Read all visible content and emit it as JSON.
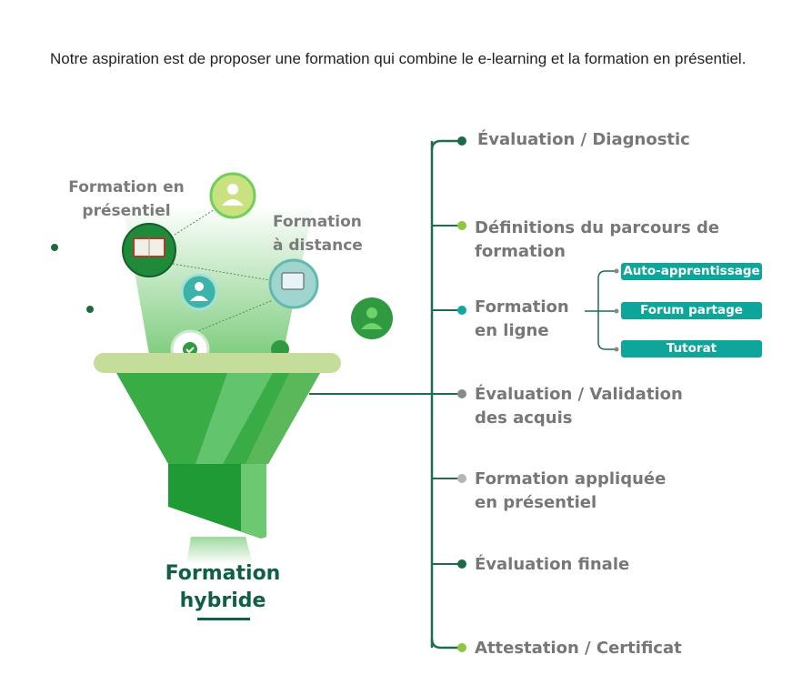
{
  "intro_text": "Notre aspiration est de proposer une formation qui combine  le e-learning et la formation en présentiel.",
  "funnel": {
    "label_presentiel": "Formation en présentiel",
    "label_distance": "Formation à distance",
    "title_line1": "Formation",
    "title_line2": "hybride"
  },
  "steps": [
    {
      "label": "Évaluation / Diagnostic",
      "dot_color": "#1a6b4a"
    },
    {
      "label": "Définitions du parcours de formation",
      "dot_color": "#8dc63f"
    },
    {
      "label": "Formation en ligne",
      "dot_color": "#12a99c"
    },
    {
      "label": "Évaluation / Validation des acquis",
      "dot_color": "#8a8a8a"
    },
    {
      "label": "Formation appliquée en présentiel",
      "dot_color": "#b5b5b5"
    },
    {
      "label": "Évaluation finale",
      "dot_color": "#1a6b4a"
    },
    {
      "label": "Attestation / Certificat",
      "dot_color": "#8dc63f"
    }
  ],
  "online_sub": [
    "Auto-apprentissage",
    "Forum partage",
    "Tutorat"
  ],
  "colors": {
    "line": "#1d6e50",
    "teal": "#0ea59a",
    "title": "#0f5f45"
  }
}
